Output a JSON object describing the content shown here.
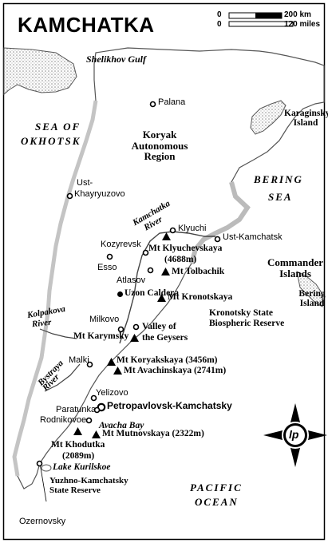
{
  "title": "KAMCHATKA",
  "scale": {
    "zero_label": "0",
    "km_label": "200 km",
    "miles_label": "120 miles"
  },
  "seas": {
    "okhotsk_line1": "SEA OF",
    "okhotsk_line2": "OKHOTSK",
    "bering_line1": "BERING",
    "bering_line2": "SEA",
    "pacific_line1": "PACIFIC",
    "pacific_line2": "OCEAN"
  },
  "gulf": "Shelikhov Gulf",
  "bay": "Avacha Bay",
  "lake": "Lake Kurilskoe",
  "regions": {
    "koryak": "Koryak Autonomous Region",
    "karaginsky": "Karaginsky Island",
    "commander": "Commander Islands",
    "bering_island": "Bering Island",
    "kronotsky": "Kronotsky State Biospheric Reserve",
    "yuzhno": "Yuzhno-Kamchatsky State Reserve"
  },
  "rivers": {
    "kamchatka_line1": "Kamchatka",
    "kamchatka_line2": "River",
    "kolpakova_line1": "Kolpakova",
    "kolpakova_line2": "River",
    "bystraya_line1": "Bystraya",
    "bystraya_line2": "River"
  },
  "towns": {
    "palana": "Palana",
    "ust_khayryuzovo_line1": "Ust-",
    "ust_khayryuzovo_line2": "Khayryuzovo",
    "klyuchi": "Klyuchi",
    "ust_kamchatsk": "Ust-Kamchatsk",
    "kozyrevsk": "Kozyrevsk",
    "esso": "Esso",
    "atlasov": "Atlasov",
    "milkovo": "Milkovo",
    "malki": "Malki",
    "yelizovo": "Yelizovo",
    "paratunka": "Paratunka",
    "rodnikovoe": "Rodnikovoe",
    "ozernovsky": "Ozernovsky",
    "petropavlovsk": "Petropavlovsk-Kamchatsky"
  },
  "features": {
    "uzon": "Uzon Caldera",
    "valley_line1": "Valley of",
    "valley_line2": "the Geysers"
  },
  "peaks": {
    "klyuchevskaya_line1": "Mt Klyuchevskaya",
    "klyuchevskaya_line2": "(4688m)",
    "tolbachik": "Mt Tolbachik",
    "kronotskaya": "Mt Kronotskaya",
    "karymsky": "Mt Karymsky",
    "koryakskaya": "Mt Koryakskaya (3456m)",
    "avachinskaya": "Mt Avachinskaya (2741m)",
    "mutnovskaya": "Mt Mutnovskaya (2322m)",
    "khodutka_line1": "Mt Khodutka",
    "khodutka_line2": "(2089m)"
  },
  "logo_text": "lp",
  "colors": {
    "land": "#ffffff",
    "sea": "#ffffff",
    "ink": "#000000",
    "coast_shade": "#b9b9b9"
  }
}
